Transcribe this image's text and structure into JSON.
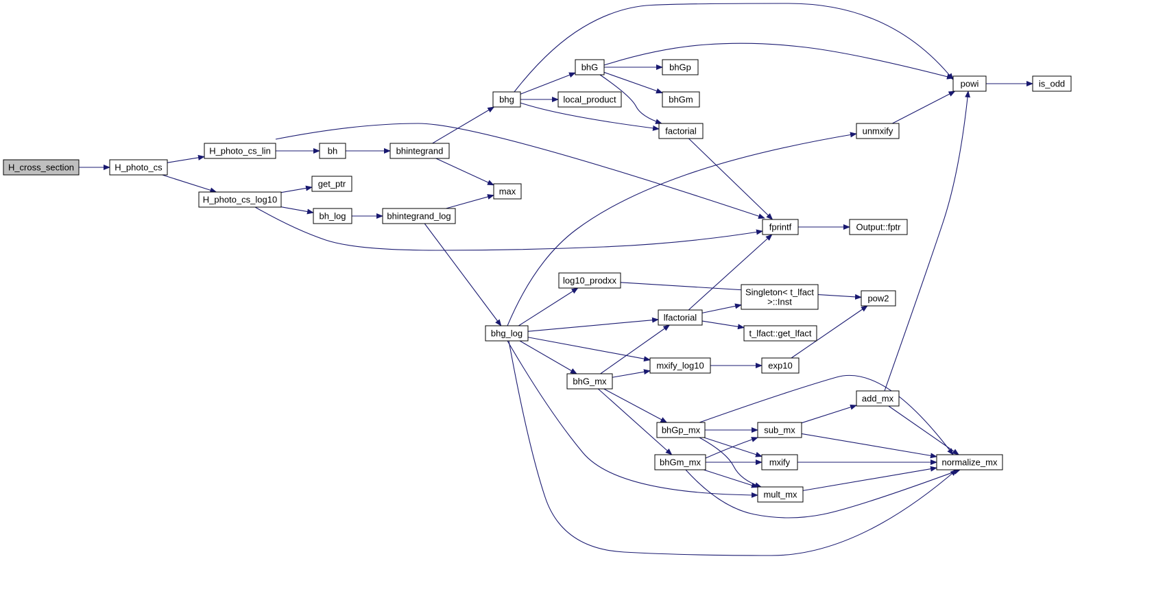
{
  "graph": {
    "type": "call-graph",
    "colors": {
      "edge": "#191970",
      "root_fill": "#bfbfbf",
      "node_fill": "#ffffff",
      "node_border": "#000000"
    },
    "nodes": [
      {
        "id": "H_cross_section",
        "label": [
          "H_cross_section"
        ],
        "root": true
      },
      {
        "id": "H_photo_cs",
        "label": [
          "H_photo_cs"
        ]
      },
      {
        "id": "H_photo_cs_lin",
        "label": [
          "H_photo_cs_lin"
        ]
      },
      {
        "id": "H_photo_cs_log10",
        "label": [
          "H_photo_cs_log10"
        ]
      },
      {
        "id": "bh",
        "label": [
          "bh"
        ]
      },
      {
        "id": "get_ptr",
        "label": [
          "get_ptr"
        ]
      },
      {
        "id": "bh_log",
        "label": [
          "bh_log"
        ]
      },
      {
        "id": "bhintegrand",
        "label": [
          "bhintegrand"
        ]
      },
      {
        "id": "bhintegrand_log",
        "label": [
          "bhintegrand_log"
        ]
      },
      {
        "id": "bhg",
        "label": [
          "bhg"
        ]
      },
      {
        "id": "max",
        "label": [
          "max"
        ]
      },
      {
        "id": "bhG",
        "label": [
          "bhG"
        ]
      },
      {
        "id": "local_product",
        "label": [
          "local_product"
        ]
      },
      {
        "id": "bhGp",
        "label": [
          "bhGp"
        ]
      },
      {
        "id": "bhGm",
        "label": [
          "bhGm"
        ]
      },
      {
        "id": "factorial",
        "label": [
          "factorial"
        ]
      },
      {
        "id": "powi",
        "label": [
          "powi"
        ]
      },
      {
        "id": "is_odd",
        "label": [
          "is_odd"
        ]
      },
      {
        "id": "unmxify",
        "label": [
          "unmxify"
        ]
      },
      {
        "id": "fprintf",
        "label": [
          "fprintf"
        ]
      },
      {
        "id": "Output_fptr",
        "label": [
          "Output::fptr"
        ]
      },
      {
        "id": "bhg_log",
        "label": [
          "bhg_log"
        ]
      },
      {
        "id": "log10_prodxx",
        "label": [
          "log10_prodxx"
        ]
      },
      {
        "id": "pow2",
        "label": [
          "pow2"
        ]
      },
      {
        "id": "lfactorial",
        "label": [
          "lfactorial"
        ]
      },
      {
        "id": "Singleton_Inst",
        "label": [
          "Singleton< t_lfact",
          ">::Inst"
        ]
      },
      {
        "id": "t_lfact_get_lfact",
        "label": [
          "t_lfact::get_lfact"
        ]
      },
      {
        "id": "mxify_log10",
        "label": [
          "mxify_log10"
        ]
      },
      {
        "id": "exp10",
        "label": [
          "exp10"
        ]
      },
      {
        "id": "bhG_mx",
        "label": [
          "bhG_mx"
        ]
      },
      {
        "id": "add_mx",
        "label": [
          "add_mx"
        ]
      },
      {
        "id": "bhGp_mx",
        "label": [
          "bhGp_mx"
        ]
      },
      {
        "id": "sub_mx",
        "label": [
          "sub_mx"
        ]
      },
      {
        "id": "bhGm_mx",
        "label": [
          "bhGm_mx"
        ]
      },
      {
        "id": "mxify",
        "label": [
          "mxify"
        ]
      },
      {
        "id": "normalize_mx",
        "label": [
          "normalize_mx"
        ]
      },
      {
        "id": "mult_mx",
        "label": [
          "mult_mx"
        ]
      }
    ],
    "edges": [
      {
        "from": "H_cross_section",
        "to": "H_photo_cs"
      },
      {
        "from": "H_photo_cs",
        "to": "H_photo_cs_lin"
      },
      {
        "from": "H_photo_cs",
        "to": "H_photo_cs_log10"
      },
      {
        "from": "H_photo_cs_lin",
        "to": "bh"
      },
      {
        "from": "H_photo_cs_lin",
        "to": "fprintf"
      },
      {
        "from": "H_photo_cs_log10",
        "to": "get_ptr"
      },
      {
        "from": "H_photo_cs_log10",
        "to": "bh_log"
      },
      {
        "from": "H_photo_cs_log10",
        "to": "fprintf"
      },
      {
        "from": "bh",
        "to": "bhintegrand"
      },
      {
        "from": "bh_log",
        "to": "bhintegrand_log"
      },
      {
        "from": "bhintegrand",
        "to": "bhg"
      },
      {
        "from": "bhintegrand",
        "to": "max"
      },
      {
        "from": "bhintegrand_log",
        "to": "max"
      },
      {
        "from": "bhintegrand_log",
        "to": "bhg_log"
      },
      {
        "from": "bhg",
        "to": "bhG"
      },
      {
        "from": "bhg",
        "to": "local_product"
      },
      {
        "from": "bhg",
        "to": "factorial"
      },
      {
        "from": "bhg",
        "to": "powi"
      },
      {
        "from": "bhG",
        "to": "bhGp"
      },
      {
        "from": "bhG",
        "to": "bhGm"
      },
      {
        "from": "bhG",
        "to": "factorial"
      },
      {
        "from": "bhG",
        "to": "powi"
      },
      {
        "from": "factorial",
        "to": "fprintf"
      },
      {
        "from": "powi",
        "to": "is_odd"
      },
      {
        "from": "unmxify",
        "to": "powi"
      },
      {
        "from": "fprintf",
        "to": "Output_fptr"
      },
      {
        "from": "bhg_log",
        "to": "unmxify"
      },
      {
        "from": "bhg_log",
        "to": "log10_prodxx"
      },
      {
        "from": "bhg_log",
        "to": "lfactorial"
      },
      {
        "from": "bhg_log",
        "to": "mxify_log10"
      },
      {
        "from": "bhg_log",
        "to": "bhG_mx"
      },
      {
        "from": "bhg_log",
        "to": "mult_mx"
      },
      {
        "from": "bhg_log",
        "to": "normalize_mx"
      },
      {
        "from": "log10_prodxx",
        "to": "pow2"
      },
      {
        "from": "lfactorial",
        "to": "fprintf"
      },
      {
        "from": "lfactorial",
        "to": "Singleton_Inst"
      },
      {
        "from": "lfactorial",
        "to": "t_lfact_get_lfact"
      },
      {
        "from": "mxify_log10",
        "to": "exp10"
      },
      {
        "from": "exp10",
        "to": "pow2"
      },
      {
        "from": "bhG_mx",
        "to": "lfactorial"
      },
      {
        "from": "bhG_mx",
        "to": "mxify_log10"
      },
      {
        "from": "bhG_mx",
        "to": "bhGp_mx"
      },
      {
        "from": "bhG_mx",
        "to": "bhGm_mx"
      },
      {
        "from": "add_mx",
        "to": "powi"
      },
      {
        "from": "add_mx",
        "to": "normalize_mx"
      },
      {
        "from": "bhGp_mx",
        "to": "sub_mx"
      },
      {
        "from": "bhGp_mx",
        "to": "mxify"
      },
      {
        "from": "bhGp_mx",
        "to": "mult_mx"
      },
      {
        "from": "bhGp_mx",
        "to": "normalize_mx"
      },
      {
        "from": "sub_mx",
        "to": "add_mx"
      },
      {
        "from": "sub_mx",
        "to": "normalize_mx"
      },
      {
        "from": "bhGm_mx",
        "to": "sub_mx"
      },
      {
        "from": "bhGm_mx",
        "to": "mxify"
      },
      {
        "from": "bhGm_mx",
        "to": "mult_mx"
      },
      {
        "from": "bhGm_mx",
        "to": "normalize_mx"
      },
      {
        "from": "mxify",
        "to": "normalize_mx"
      },
      {
        "from": "mult_mx",
        "to": "normalize_mx"
      }
    ]
  }
}
